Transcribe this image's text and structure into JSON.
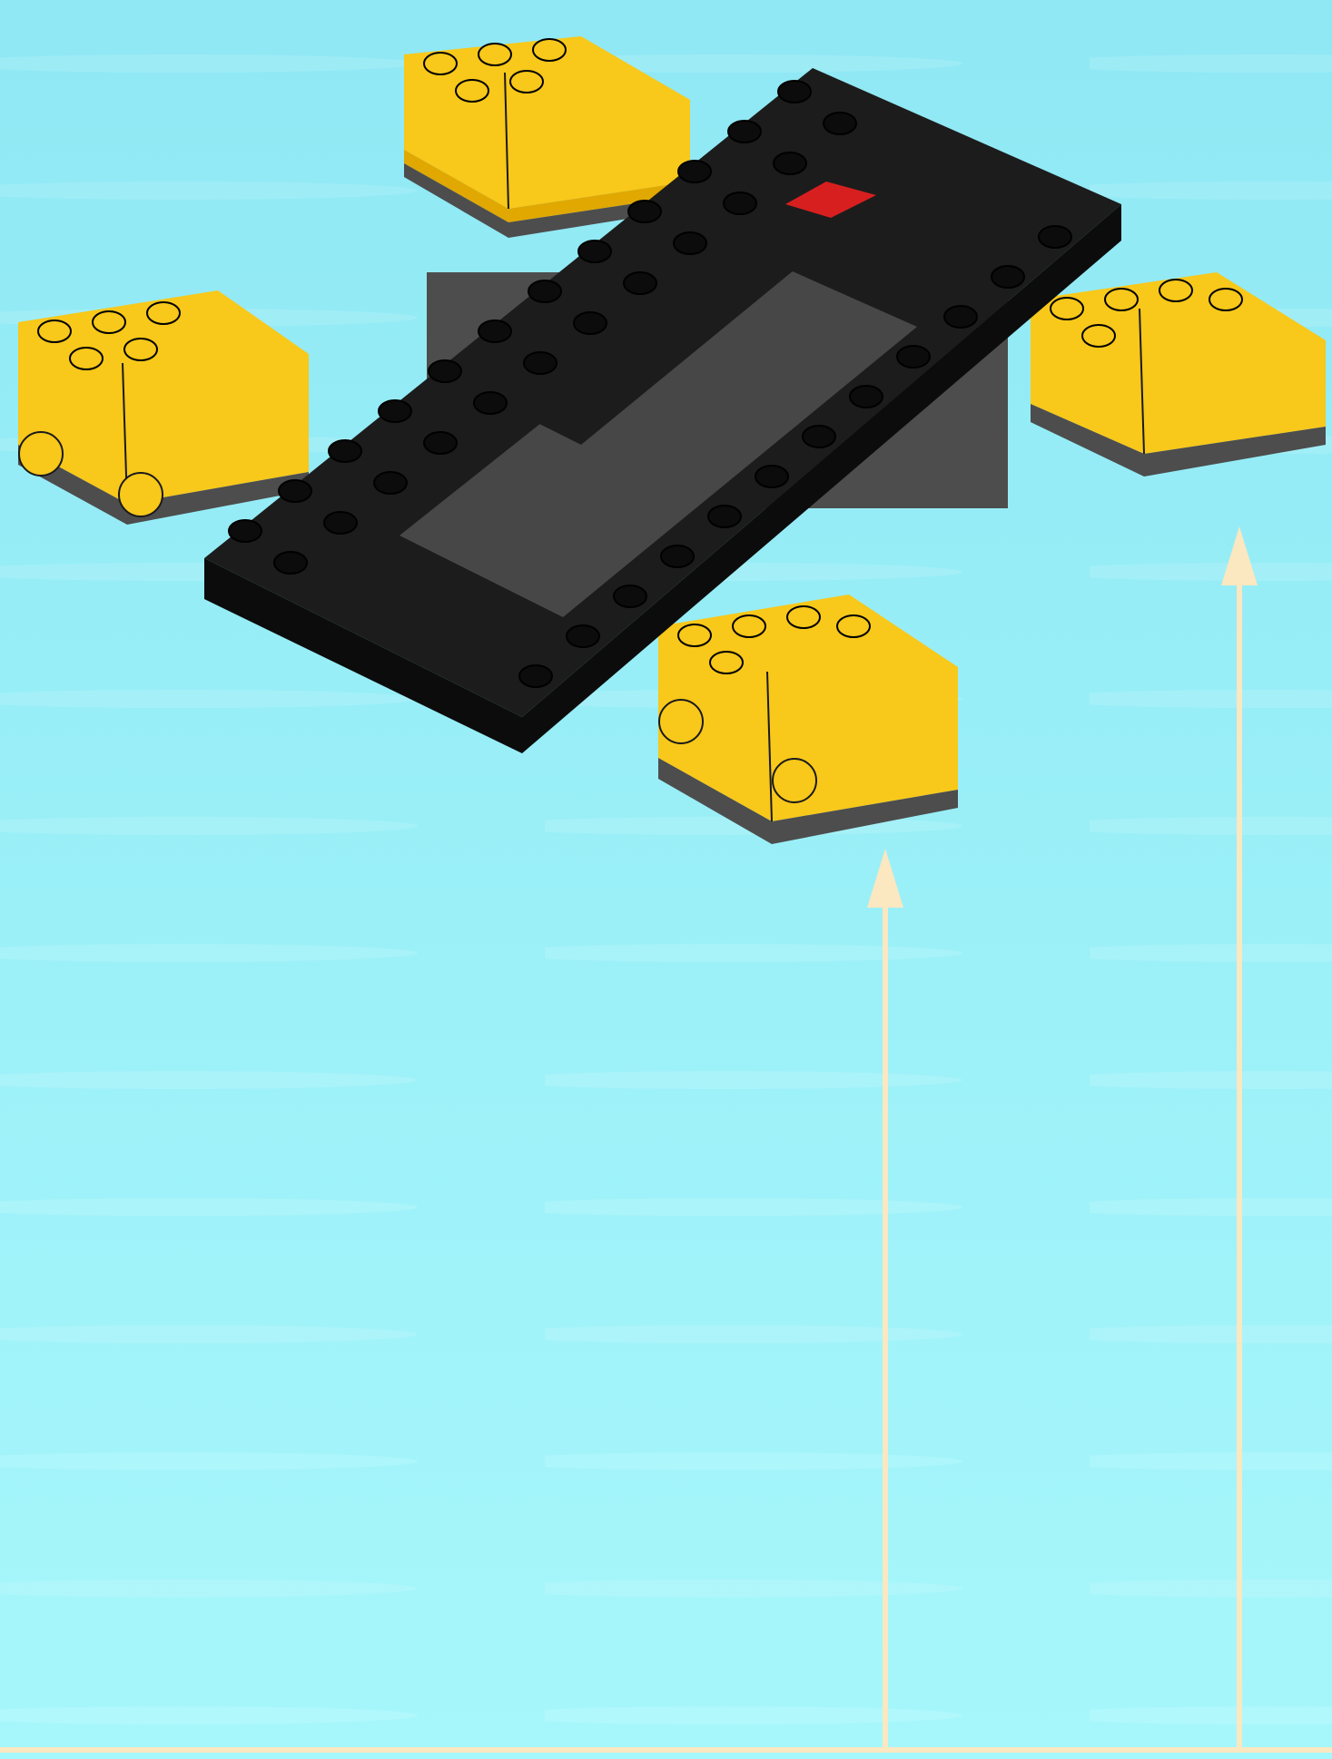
{
  "scene": {
    "kind": "building-instruction-step",
    "colors": {
      "sky_top": "#8fe8f4",
      "sky_bottom": "#a6f7fb",
      "frame_black": "#1c1c1c",
      "frame_black_top": "#262626",
      "stud_black": "#0c0c0c",
      "plate_gray": "#4d4d4d",
      "plate_gray_light": "#6b6b6b",
      "brick_yellow": "#f8c81a",
      "brick_yellow_dark": "#e0a800",
      "accent_red": "#d81f1f",
      "guide_line": "#fbe7c0"
    },
    "parts": [
      {
        "name": "black-technic-frame",
        "color": "frame_black"
      },
      {
        "name": "gray-base-plate",
        "color": "plate_gray"
      },
      {
        "name": "yellow-brick-with-pin",
        "count": 4,
        "color": "brick_yellow"
      },
      {
        "name": "red-connector",
        "color": "accent_red"
      }
    ],
    "guide_arrows": [
      {
        "name": "arrow-front-bricks",
        "direction": "up"
      },
      {
        "name": "arrow-right-bricks",
        "direction": "up"
      }
    ]
  }
}
